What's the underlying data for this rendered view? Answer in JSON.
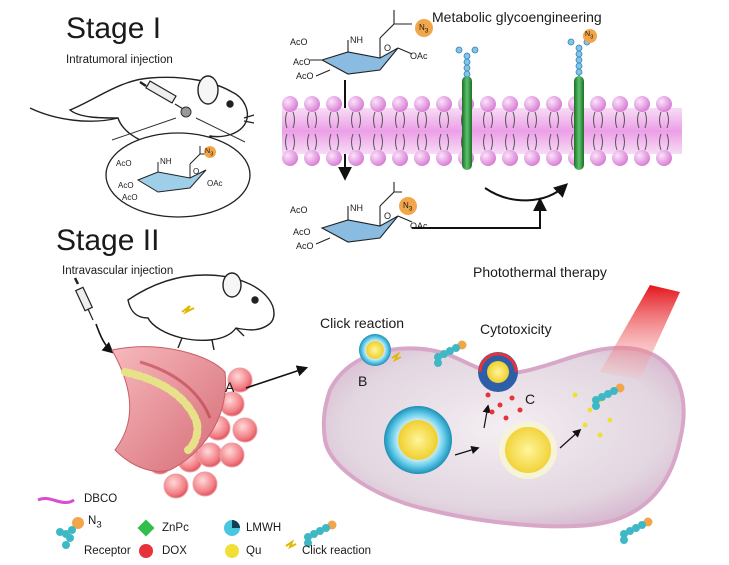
{
  "stages": {
    "stage1": "Stage I",
    "stage2": "Stage II"
  },
  "injections": {
    "intratumoral": "Intratumoral injection",
    "intravascular": "Intravascular injection"
  },
  "processes": {
    "metabolic": "Metabolic glycoengineering",
    "photothermal": "Photothermal therapy",
    "click": "Click reaction",
    "cytotoxicity": "Cytotoxicity"
  },
  "markers": {
    "a": "A",
    "b": "B",
    "c": "C"
  },
  "chem": {
    "aco": "AcO",
    "oac": "OAc",
    "nh": "NH",
    "o": "O",
    "n3": "N",
    "n3_sub": "3"
  },
  "legend": {
    "dbco": "DBCO",
    "n3": "N",
    "n3_sub": "3",
    "receptor": "Receptor",
    "znpc": "ZnPc",
    "dox": "DOX",
    "lmwh": "LMWH",
    "qu": "Qu",
    "click": "Click reaction"
  },
  "colors": {
    "membrane": "#e9a6e6",
    "receptor": "#2d9b3a",
    "azide": "#f2a64a",
    "glycan": "#7ec6e8",
    "dox": "#e8323a",
    "qu": "#f1df35",
    "znpc": "#2fbf4a",
    "lmwh": "#0f5f78",
    "vessel": "#e98f96",
    "laser": "#e8241e"
  }
}
